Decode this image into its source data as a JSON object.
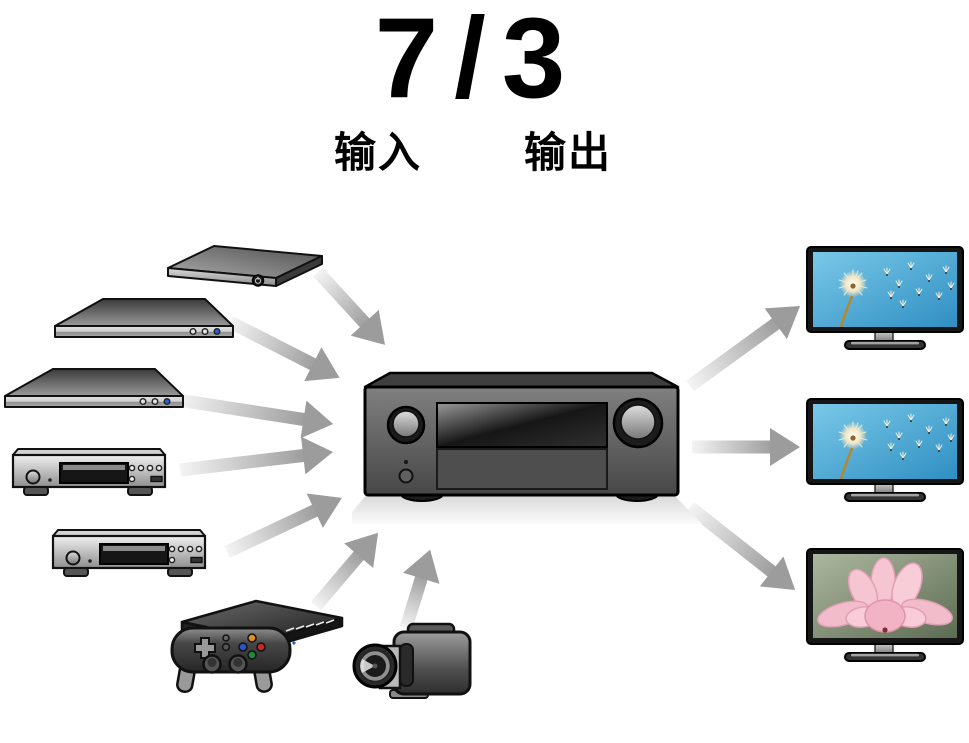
{
  "header": {
    "inputs_count": "7",
    "separator": "/",
    "outputs_count": "3",
    "inputs_label": "输入",
    "outputs_label": "输出"
  },
  "diagram": {
    "hub": {
      "icon": "av-receiver-icon"
    },
    "sources": [
      {
        "icon": "set-top-box-icon"
      },
      {
        "icon": "disc-player-icon"
      },
      {
        "icon": "disc-player-icon"
      },
      {
        "icon": "cd-player-icon"
      },
      {
        "icon": "cd-player-icon"
      },
      {
        "icon": "game-console-icon"
      },
      {
        "icon": "camcorder-icon"
      }
    ],
    "outputs": [
      {
        "icon": "tv-dandelion-icon"
      },
      {
        "icon": "tv-dandelion-icon"
      },
      {
        "icon": "tv-lotus-icon"
      }
    ],
    "input_arrow_count": 7,
    "output_arrow_count": 3
  },
  "colors": {
    "background": "#ffffff",
    "text": "#000000",
    "arrow_head": "#9c9c9c",
    "arrow_tail": "#f4f4f4",
    "device_outline": "#111111",
    "tv_screen_sky": "#3795c8",
    "tv_screen_leaf": "#66765c",
    "lotus_pink": "#f3bccb"
  }
}
